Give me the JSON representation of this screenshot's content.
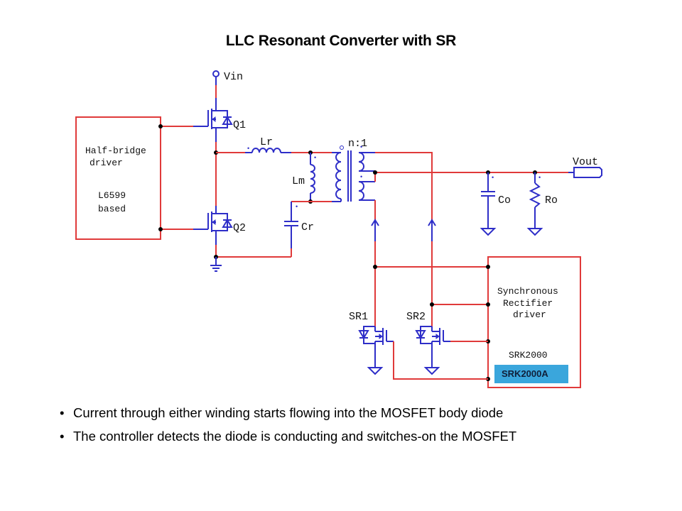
{
  "slide": {
    "title": "LLC Resonant Converter with SR"
  },
  "schematic": {
    "colors": {
      "wire": "#e03a3a",
      "component": "#2e2ec8",
      "badge": "#3aa6dc"
    },
    "labels": {
      "vin": "Vin",
      "q1": "Q1",
      "q2": "Q2",
      "lr": "Lr",
      "lm": "Lm",
      "cr": "Cr",
      "ratio": "n:1",
      "vout": "Vout",
      "co": "Co",
      "ro": "Ro",
      "sr1": "SR1",
      "sr2": "SR2"
    },
    "half_bridge_driver": {
      "line1": "Half-bridge",
      "line2": "driver",
      "line3": "L6599",
      "line4": "based"
    },
    "sr_driver": {
      "line1": "Synchronous",
      "line2": "Rectifier",
      "line3": "driver",
      "part": "SRK2000",
      "badge": "SRK2000A"
    }
  },
  "bullets": [
    {
      "icon": "bullet-dot",
      "text": "Current through either winding starts flowing into the MOSFET body diode"
    },
    {
      "icon": "bullet-dot",
      "text": "The controller detects the diode is conducting and switches-on the MOSFET"
    }
  ]
}
